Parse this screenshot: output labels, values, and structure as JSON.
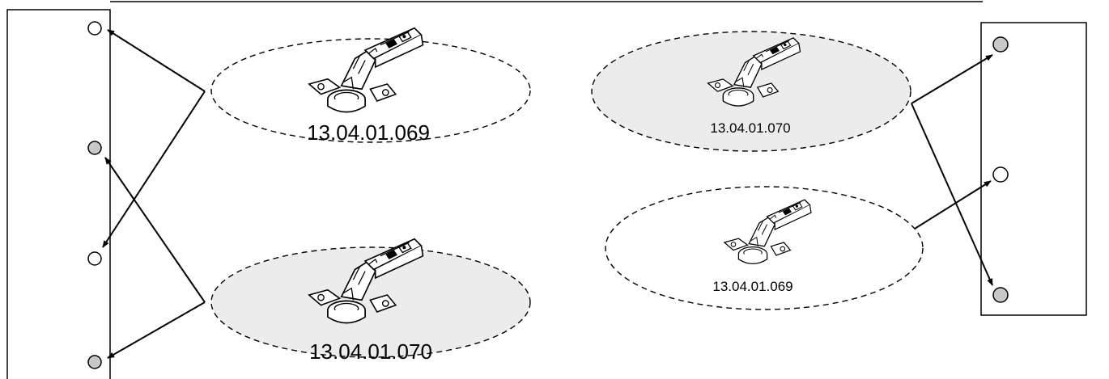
{
  "colors": {
    "stroke": "#000000",
    "hole_filled": "#c8c8c8",
    "hole_empty": "#ffffff",
    "ellipse_filled": "#ececec",
    "ellipse_empty": "#ffffff"
  },
  "left_group": {
    "panel": {
      "holes": [
        "empty",
        "filled",
        "empty",
        "filled"
      ]
    },
    "hinges": [
      {
        "label": "13.04.01.069",
        "shaded": false,
        "icon": "hinge-icon"
      },
      {
        "label": "13.04.01.070",
        "shaded": true,
        "icon": "hinge-icon"
      }
    ]
  },
  "right_group": {
    "panel": {
      "holes": [
        "filled",
        "empty",
        "filled"
      ]
    },
    "hinges": [
      {
        "label": "13.04.01.070",
        "shaded": true,
        "icon": "hinge-icon"
      },
      {
        "label": "13.04.01.069",
        "shaded": false,
        "icon": "hinge-icon"
      }
    ]
  }
}
